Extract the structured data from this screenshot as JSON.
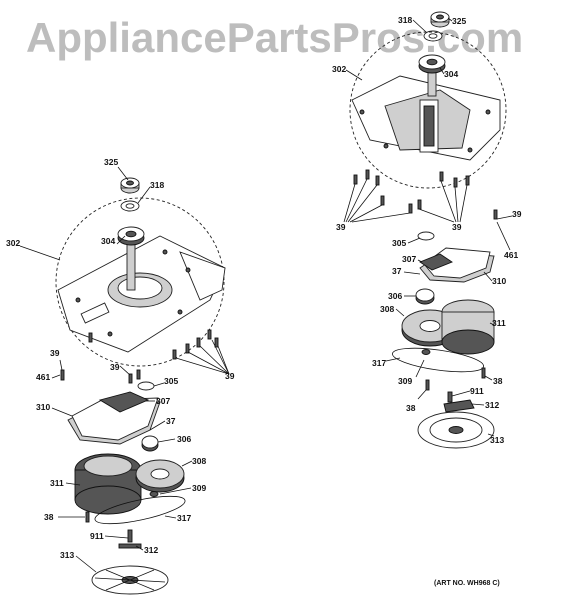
{
  "watermark": "AppliancePartsPros.com",
  "art_number": "(ART NO. WH968 C)",
  "callouts": {
    "left": {
      "c325": "325",
      "c318": "318",
      "c302": "302",
      "c304": "304",
      "c39a": "39",
      "c461": "461",
      "c39b": "39",
      "c305": "305",
      "c39c": "39",
      "c310": "310",
      "c307": "307",
      "c37": "37",
      "c306": "306",
      "c308": "308",
      "c311": "311",
      "c309": "309",
      "c38": "38",
      "c317": "317",
      "c911": "911",
      "c312": "312",
      "c313": "313"
    },
    "right": {
      "c318": "318",
      "c325": "325",
      "c302": "302",
      "c304": "304",
      "c39a": "39",
      "c39b": "39",
      "c39c": "39",
      "c305": "305",
      "c461": "461",
      "c307": "307",
      "c37": "37",
      "c310": "310",
      "c306": "306",
      "c308": "308",
      "c311": "311",
      "c317": "317",
      "c309": "309",
      "c38a": "38",
      "c911": "911",
      "c38b": "38",
      "c312": "312",
      "c313": "313"
    }
  }
}
